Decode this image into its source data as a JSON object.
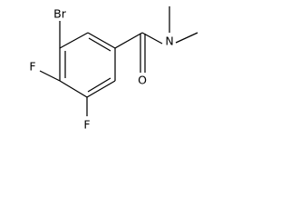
{
  "molecule": {
    "atoms": {
      "bromine": "Br",
      "fluorine_top": "F",
      "fluorine_bottom": "F",
      "oxygen": "O",
      "nitrogen": "N"
    }
  }
}
